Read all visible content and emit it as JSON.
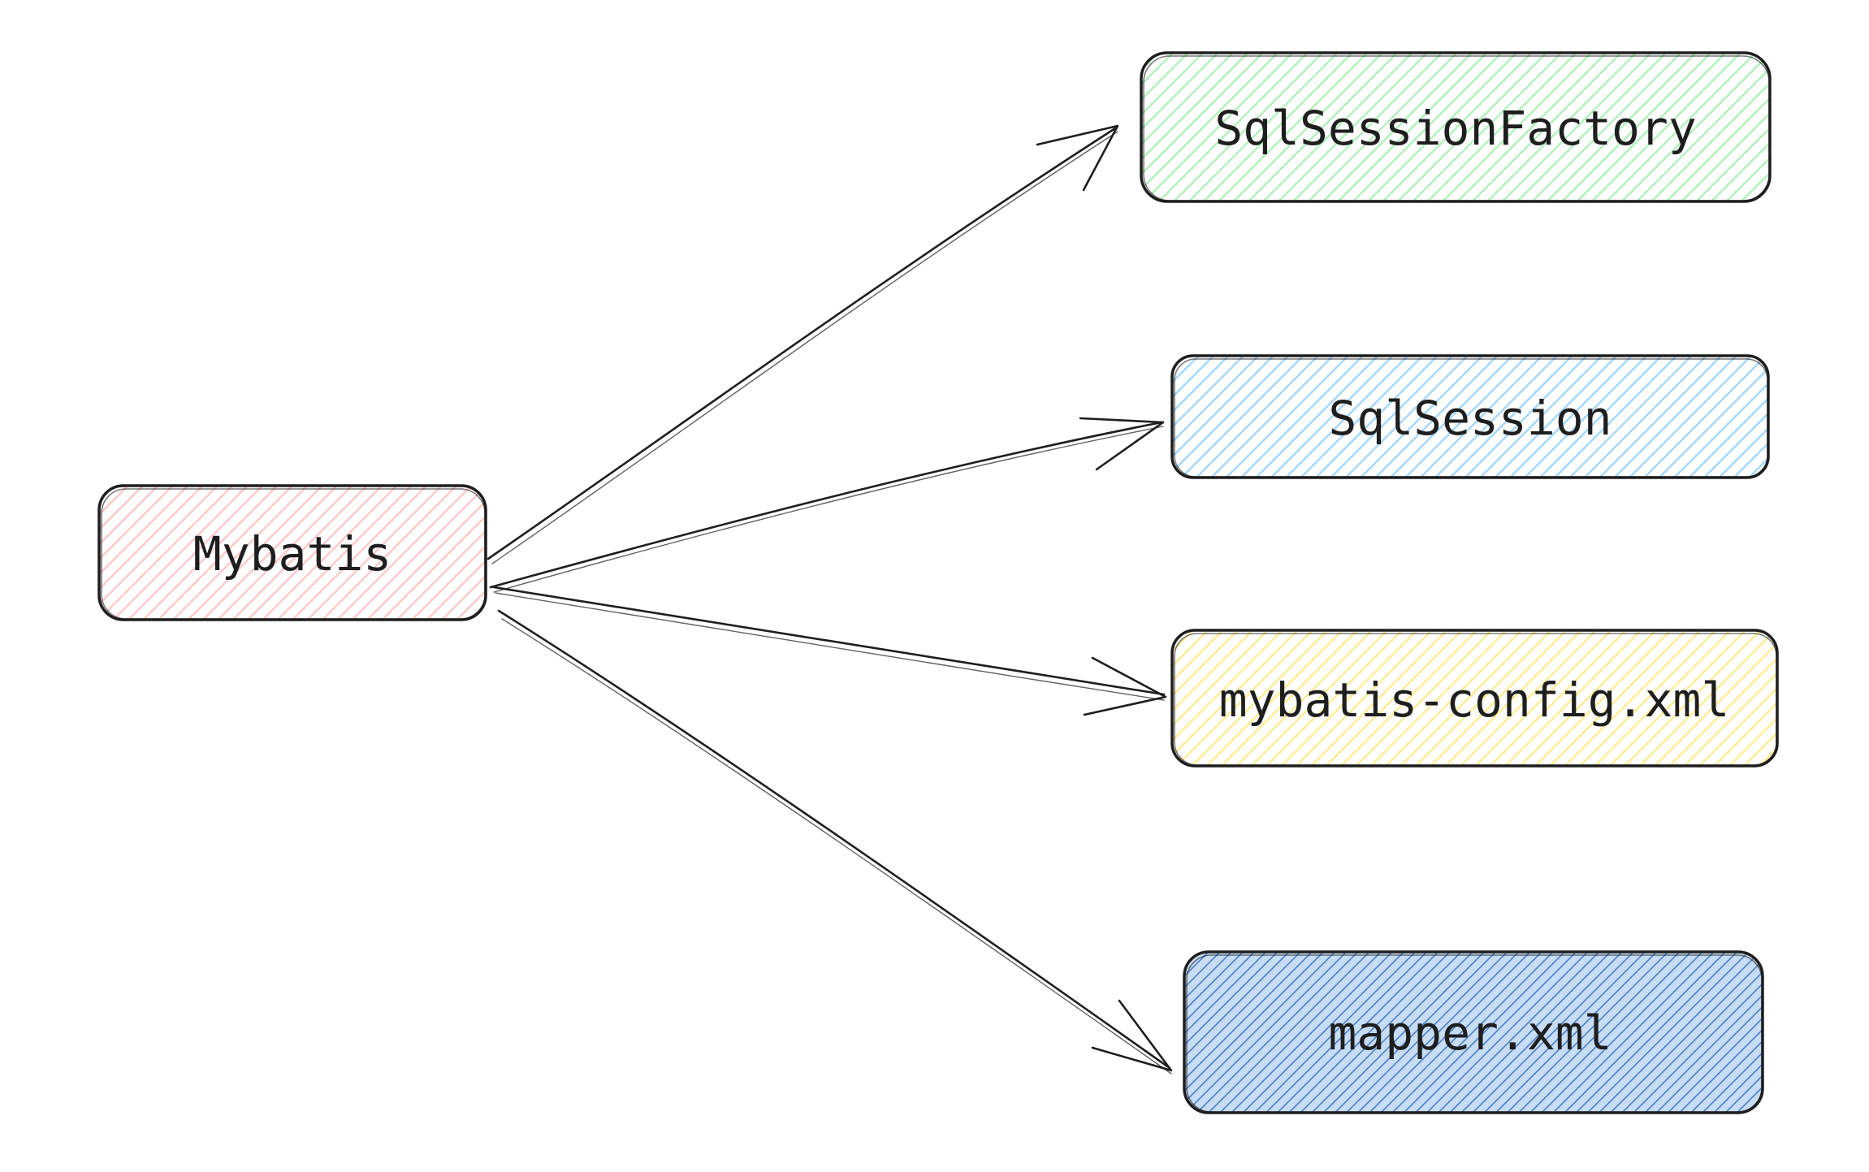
{
  "diagram": {
    "type": "hand-drawn concept map",
    "nodes": [
      {
        "id": "mybatis",
        "label": "Mybatis",
        "fill": "#ffc9c9"
      },
      {
        "id": "factory",
        "label": "SqlSessionFactory",
        "fill": "#b2f2bb"
      },
      {
        "id": "session",
        "label": "SqlSession",
        "fill": "#a5d8ff"
      },
      {
        "id": "config",
        "label": "mybatis-config.xml",
        "fill": "#ffec99"
      },
      {
        "id": "mapper",
        "label": "mapper.xml",
        "fill": "#4a90e2"
      }
    ],
    "edges": [
      {
        "from": "mybatis",
        "to": "factory"
      },
      {
        "from": "mybatis",
        "to": "session"
      },
      {
        "from": "mybatis",
        "to": "config"
      },
      {
        "from": "mybatis",
        "to": "mapper"
      }
    ],
    "stroke_color": "#1e1e1e"
  }
}
